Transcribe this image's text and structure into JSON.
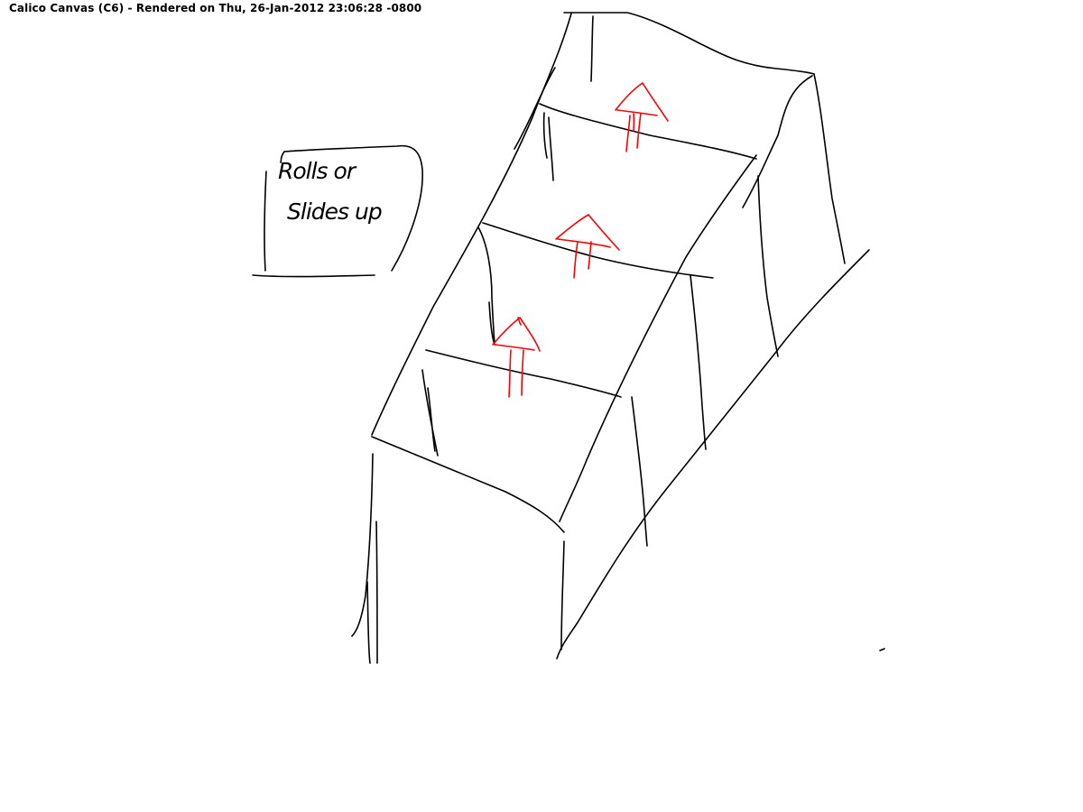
{
  "header": {
    "title": "Calico Canvas (C6) - Rendered on Thu, 26-Jan-2012 23:06:28 -0800"
  },
  "note": {
    "line1": "Rolls or",
    "line2": "Slides up"
  },
  "colors": {
    "ink": "#000000",
    "arrow": "#ff0000",
    "background": "#ffffff"
  }
}
